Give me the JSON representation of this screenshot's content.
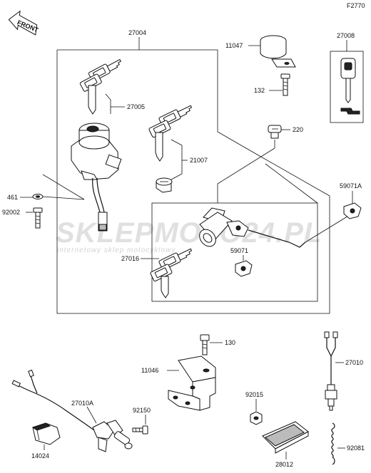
{
  "figure_code": "F2770",
  "front_label": "FRONT",
  "watermark": {
    "brand": "SKLEPMOTO24.PL",
    "tagline": "internetowy sklep motocyklowy"
  },
  "parts": {
    "p27004": "27004",
    "p27005": "27005",
    "p21007": "21007",
    "p461": "461",
    "p92002": "92002",
    "p27016": "27016",
    "p59071": "59071",
    "p59071A": "59071A",
    "p220": "220",
    "p11047": "11047",
    "p132": "132",
    "p27008": "27008",
    "p130": "130",
    "p11046": "11046",
    "p27010A": "27010A",
    "p92150": "92150",
    "p14024": "14024",
    "p92015": "92015",
    "p28012": "28012",
    "p27010": "27010",
    "p92081": "92081"
  }
}
